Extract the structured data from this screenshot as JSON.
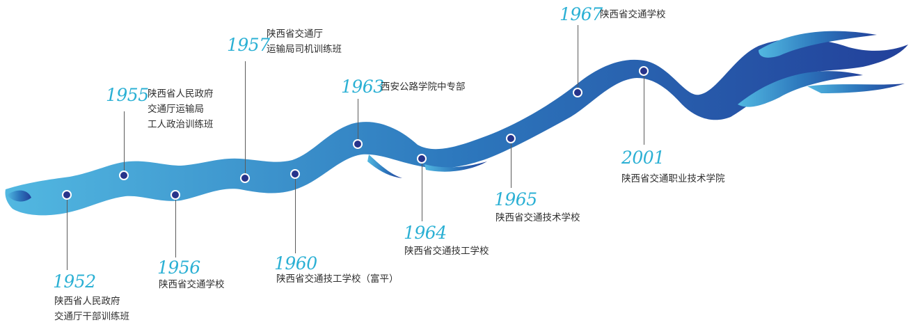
{
  "colors": {
    "ribbon_start": "#52b8e1",
    "ribbon_mid": "#2d78bd",
    "ribbon_end": "#22409a",
    "dot": "#27348b",
    "year": "#2bb0d4",
    "text": "#2f2f2f"
  },
  "milestones": [
    {
      "year": "1952",
      "lines": [
        "陕西省人民政府",
        "交通厅干部训练班"
      ]
    },
    {
      "year": "1955",
      "lines": [
        "陕西省人民政府",
        "交通厅运输局",
        "工人政治训练班"
      ]
    },
    {
      "year": "1956",
      "lines": [
        "陕西省交通学校"
      ]
    },
    {
      "year": "1957",
      "lines": [
        "陕西省交通厅",
        "运输局司机训练班"
      ]
    },
    {
      "year": "1960",
      "lines": [
        "陕西省交通技工学校（富平）"
      ]
    },
    {
      "year": "1963",
      "lines": [
        "西安公路学院中专部"
      ]
    },
    {
      "year": "1964",
      "lines": [
        "陕西省交通技工学校"
      ]
    },
    {
      "year": "1965",
      "lines": [
        "陕西省交通技术学校"
      ]
    },
    {
      "year": "1967",
      "lines": [
        "陕西省交通学校"
      ]
    },
    {
      "year": "2001",
      "lines": [
        "陕西省交通职业技术学院"
      ]
    }
  ]
}
